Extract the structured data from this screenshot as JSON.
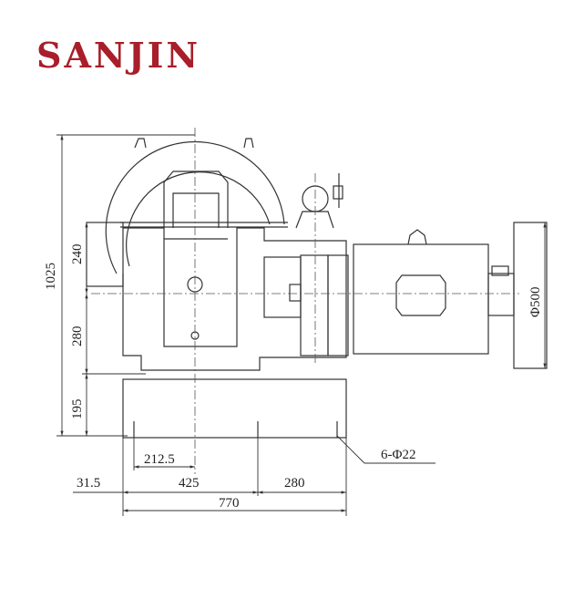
{
  "brand": {
    "name": "SANJIN",
    "color": "#a81e2a"
  },
  "dimensions": {
    "total_height": "1025",
    "upper_height": "240",
    "middle_height": "280",
    "base_height": "195",
    "half_span": "212.5",
    "offset": "31.5",
    "center_span": "425",
    "right_span": "280",
    "total_width": "770",
    "holes": "6-Φ22",
    "flywheel_diameter": "Φ500"
  },
  "colors": {
    "line": "#333333",
    "background": "#ffffff"
  }
}
